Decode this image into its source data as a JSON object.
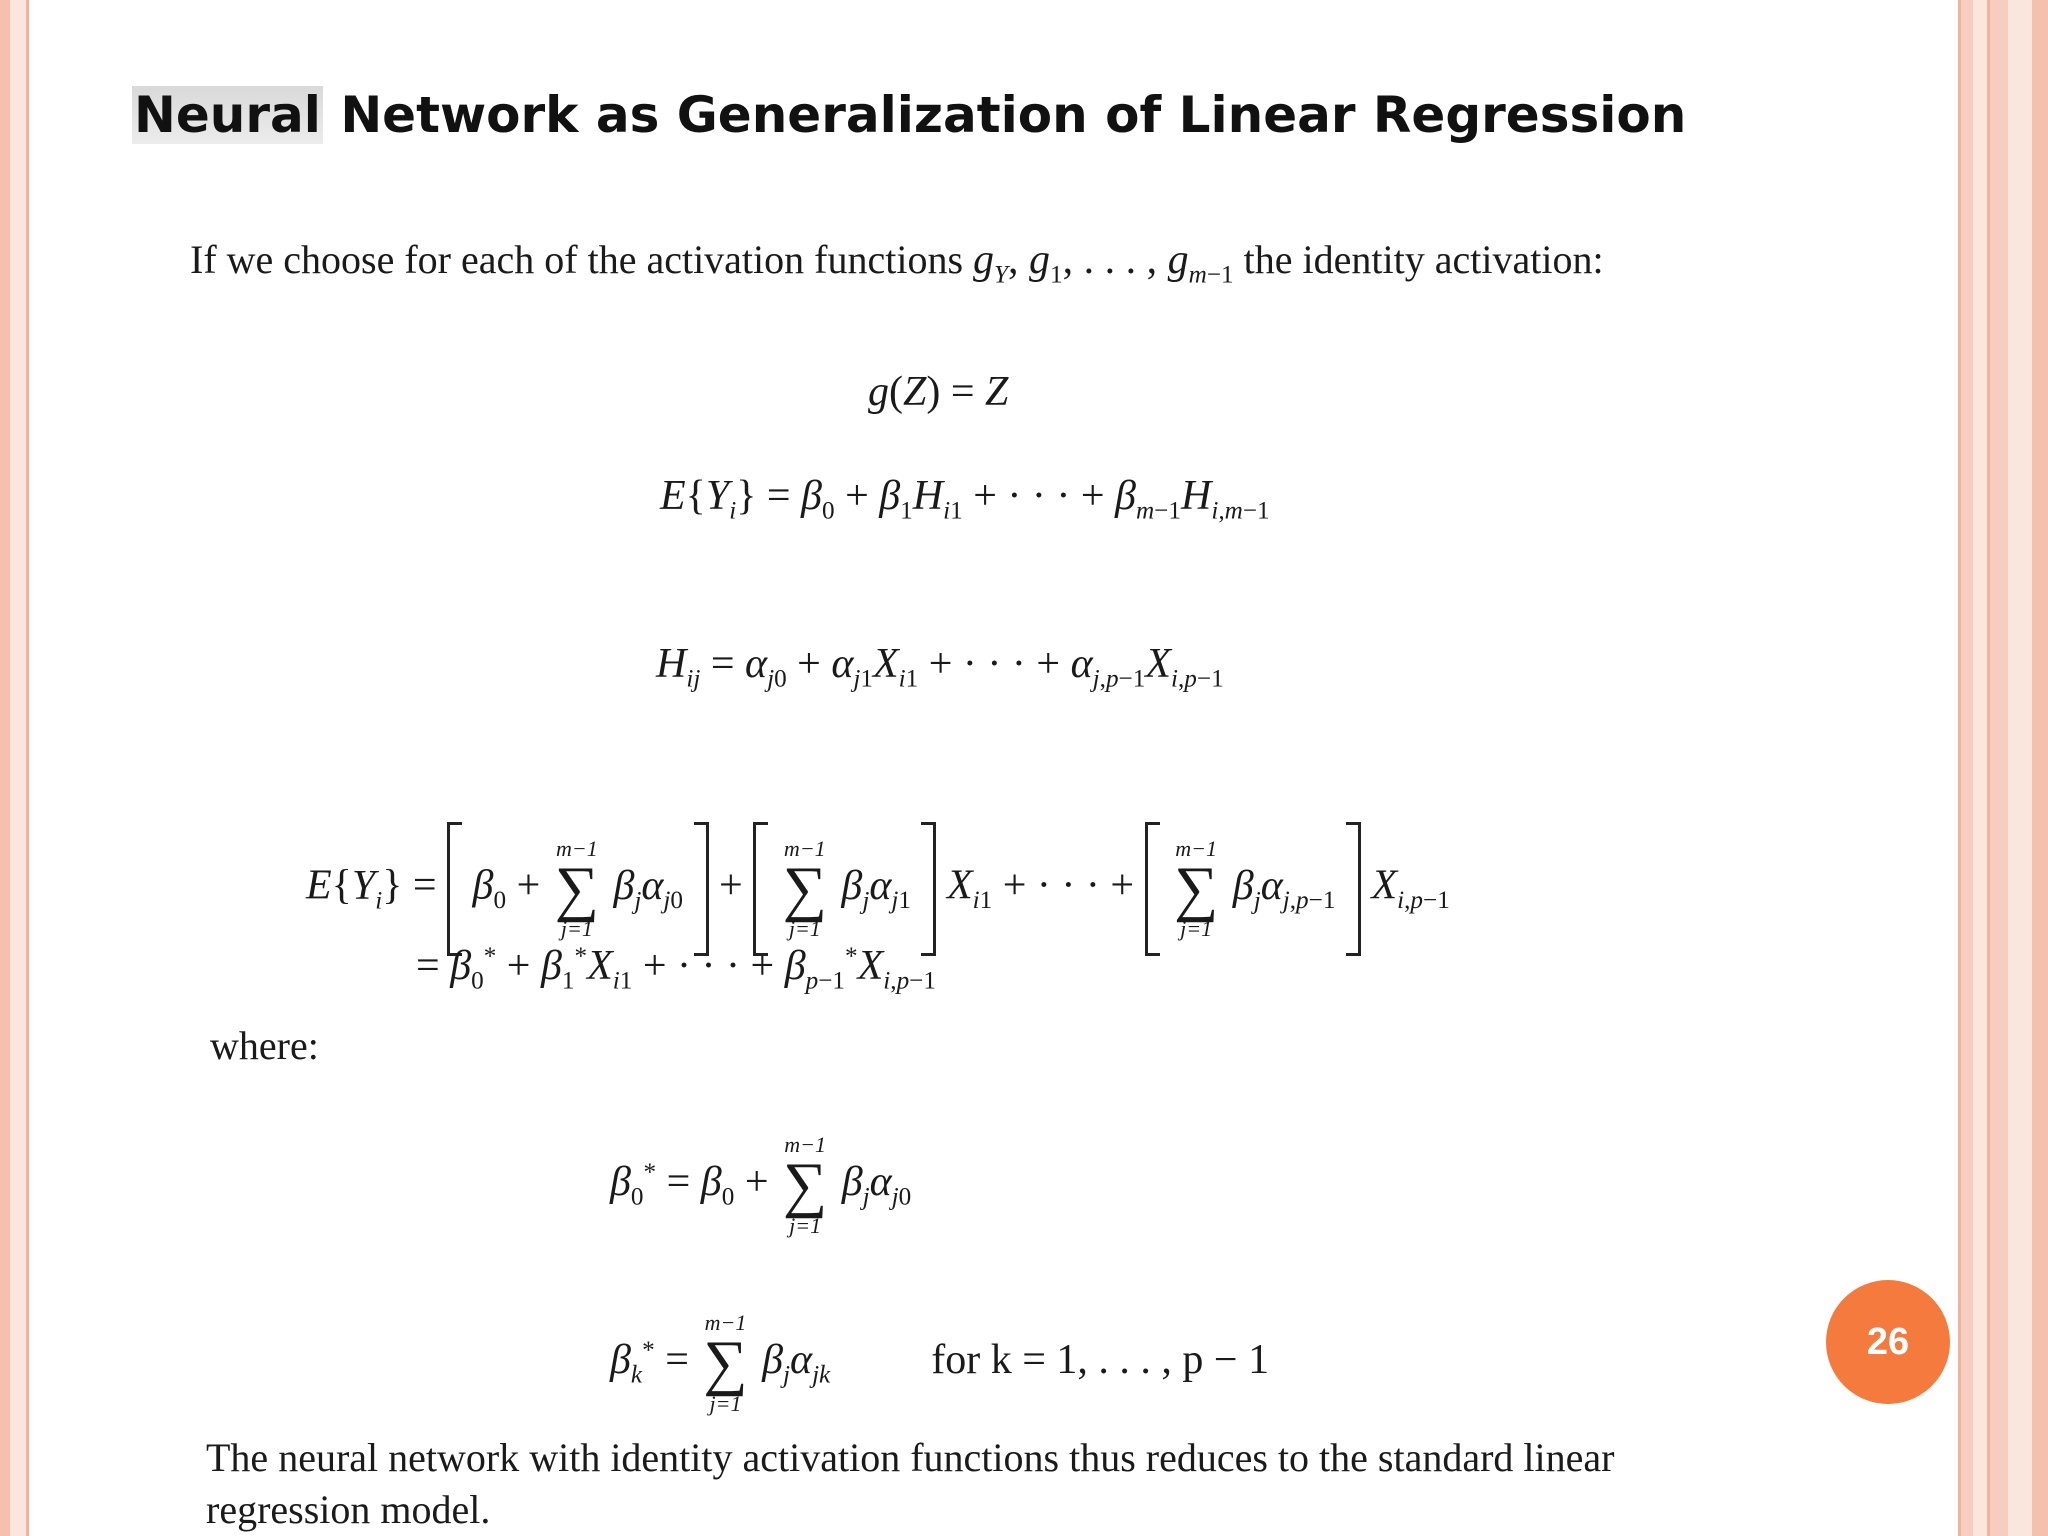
{
  "slide": {
    "title_first_word": "Neural",
    "title_rest": "Network as Generalization of Linear Regression",
    "intro_before": "If we choose for each of the activation functions",
    "intro_after": "the identity activation:",
    "where_label": "where:",
    "conclusion": "The neural network with identity activation functions thus reduces to the standard linear regression model.",
    "page_number": "26",
    "for_k_text": "for k = 1, . . . , p − 1"
  },
  "colors": {
    "badge": "#f47a3e",
    "border_stripe": "#f6c0ae"
  }
}
